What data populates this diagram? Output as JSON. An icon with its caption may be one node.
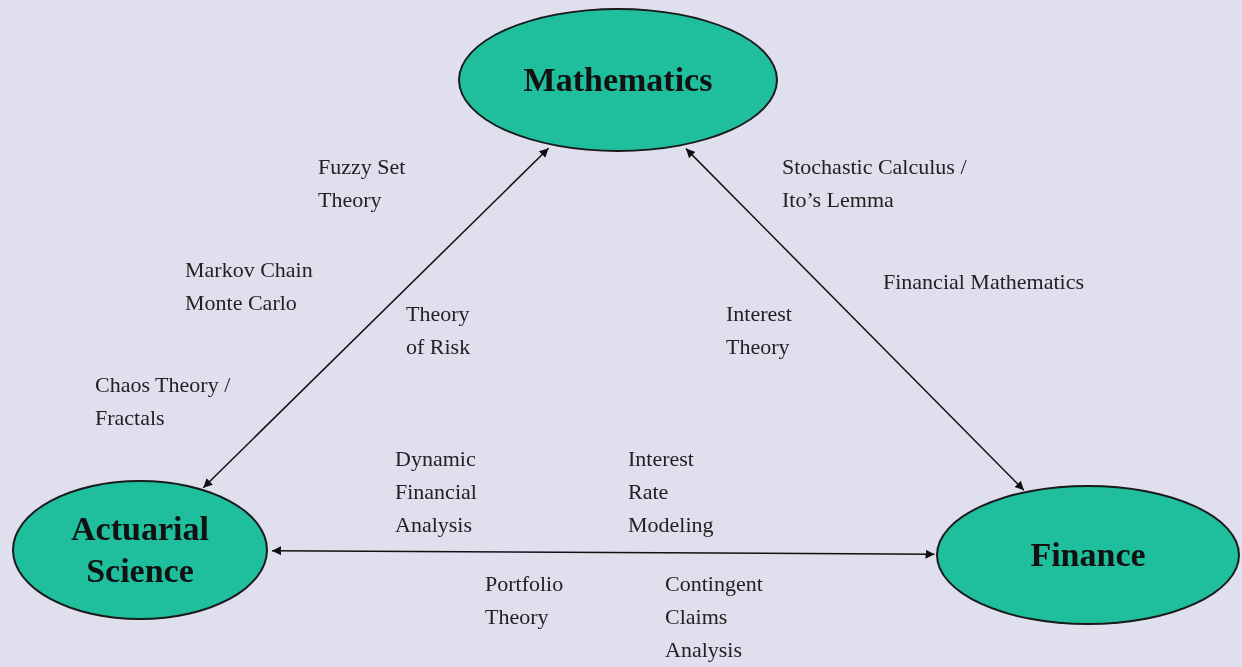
{
  "diagram": {
    "nodes": [
      {
        "text": [
          "Mathematics"
        ]
      },
      {
        "text": [
          "Actuarial Science"
        ]
      },
      {
        "text": [
          "Finance"
        ]
      }
    ],
    "edges": [
      {
        "from": 0,
        "to": 1,
        "arrow": "both"
      },
      {
        "from": 0,
        "to": 2,
        "arrow": "both"
      },
      {
        "from": 1,
        "to": 2,
        "arrow": "both"
      }
    ],
    "labels": [
      "Fuzzy Set Theory",
      "Stochastic Calculus / Ito’s Lemma",
      "Markov Chain Monte Carlo",
      "Financial Mathematics",
      "Theory of Risk",
      "Interest Theory",
      "Chaos Theory / Fractals",
      "Dynamic Financial Analysis",
      "Interest Rate Modeling",
      "Portfolio Theory",
      "Contingent Claims Analysis"
    ]
  }
}
